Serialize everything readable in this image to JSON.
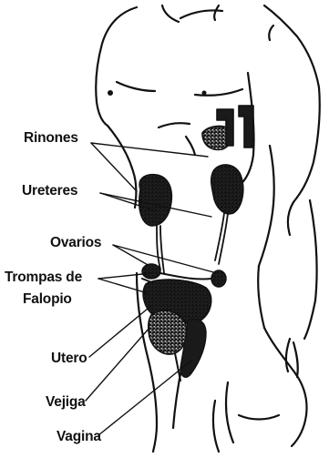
{
  "labels": {
    "rinones": "Rinones",
    "ureteres": "Ureteres",
    "ovarios": "Ovarios",
    "trompas_line1": "Trompas de",
    "trompas_line2": "Falopio",
    "utero": "Utero",
    "vejiga": "Vejiga",
    "vagina": "Vagina"
  },
  "colors": {
    "ink": "#111111",
    "organ_fill": "#3a3a3a",
    "bladder_fill": "#cfcfcf",
    "background": "#ffffff"
  }
}
